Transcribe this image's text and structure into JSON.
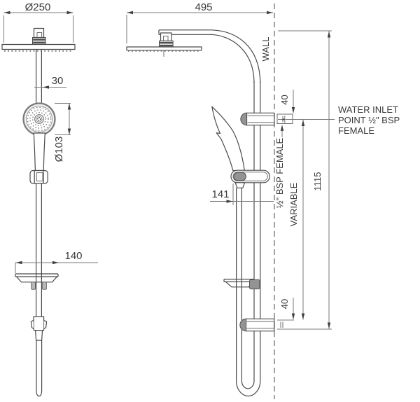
{
  "front_view": {
    "head_diameter_label": "Ø250",
    "pipe_offset_label": "30",
    "handshower_diameter_label": "Ø103",
    "soap_dish_width_label": "140"
  },
  "side_view": {
    "reach_label": "495",
    "wall_label": "WALL",
    "inlet_height_label": "40",
    "inlet_thread_label": "½\" BSP FEMALE",
    "holder_offset_label": "141",
    "variable_label": "VARIABLE",
    "overall_height_label": "1115",
    "bottom_height_label": "40",
    "water_inlet_note_line1": "WATER INLET",
    "water_inlet_note_line2": "POINT ½\" BSP",
    "water_inlet_note_line3": "FEMALE"
  },
  "colors": {
    "line": "#4a4a4a",
    "dimension_line": "#787878",
    "text": "#3a3a3a",
    "background": "#ffffff"
  }
}
